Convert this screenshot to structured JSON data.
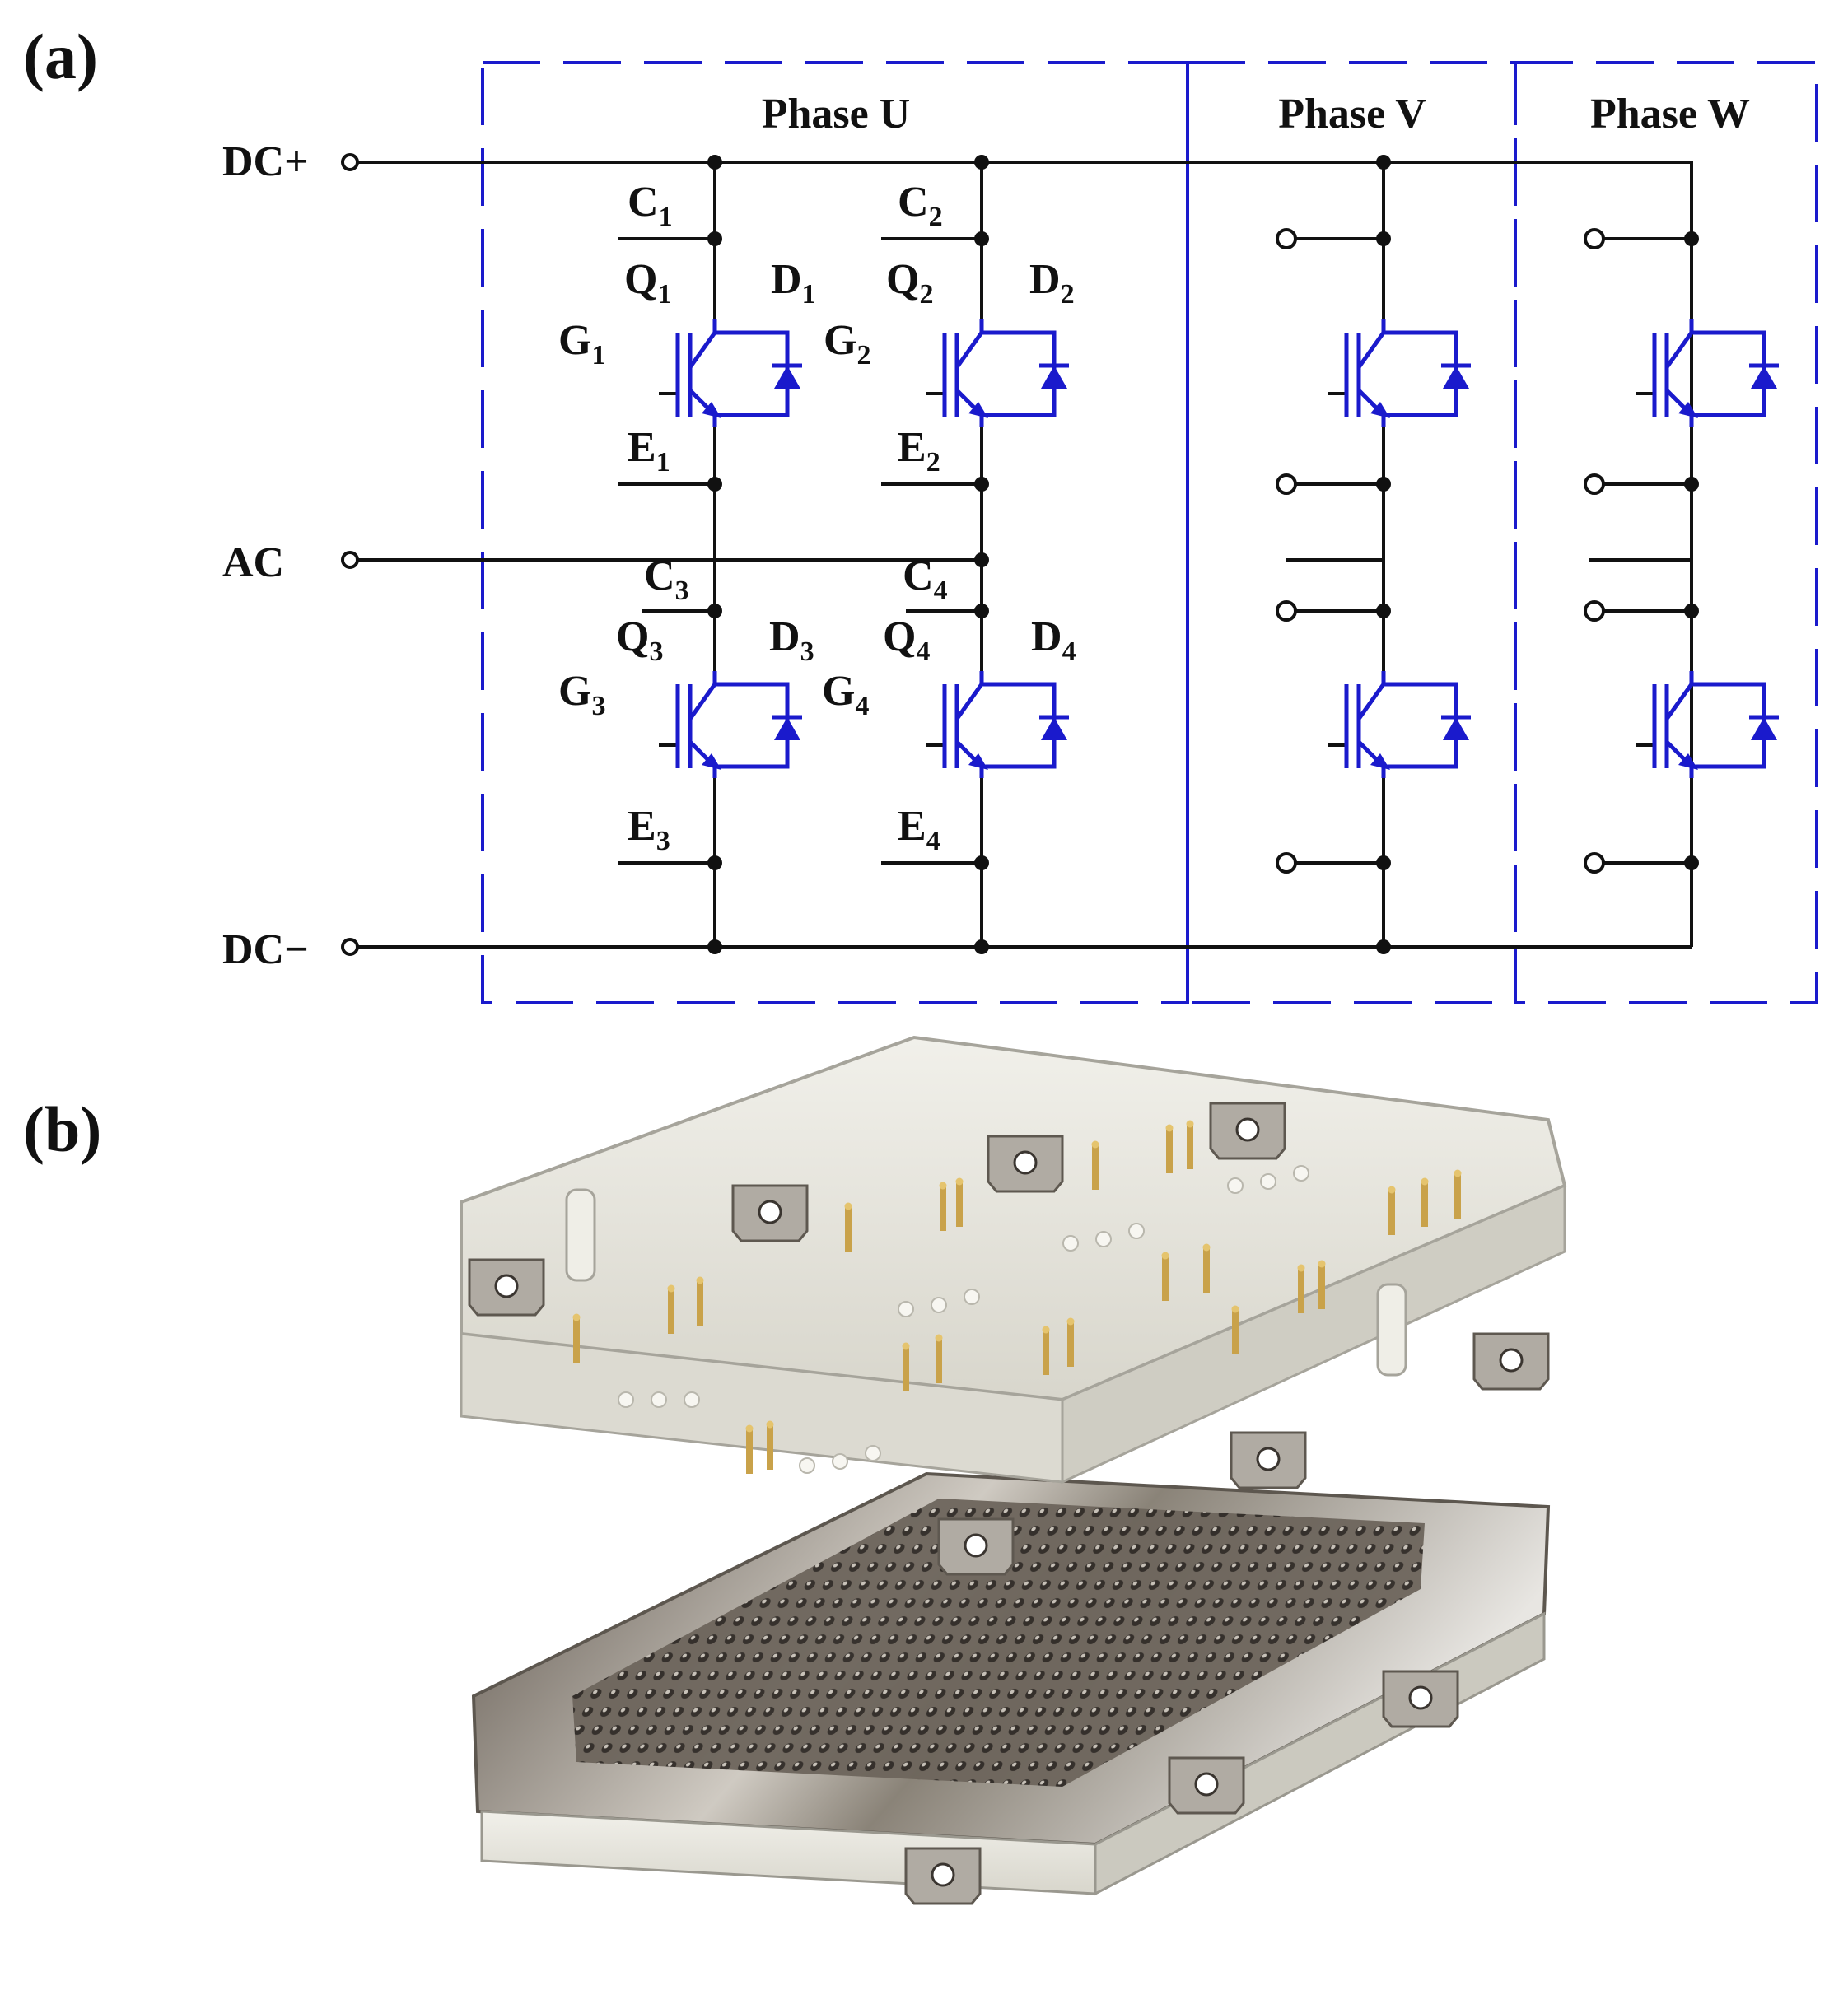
{
  "panel_a": {
    "tag": "(a)",
    "phases": [
      "Phase U",
      "Phase V",
      "Phase W"
    ],
    "terminals": {
      "dc_plus": "DC+",
      "ac": "AC",
      "dc_minus": "DC−"
    },
    "switches": [
      {
        "q": "Q",
        "q_sub": "1",
        "g": "G",
        "g_sub": "1",
        "c": "C",
        "c_sub": "1",
        "e": "E",
        "e_sub": "1",
        "d": "D",
        "d_sub": "1"
      },
      {
        "q": "Q",
        "q_sub": "2",
        "g": "G",
        "g_sub": "2",
        "c": "C",
        "c_sub": "2",
        "e": "E",
        "e_sub": "2",
        "d": "D",
        "d_sub": "2"
      },
      {
        "q": "Q",
        "q_sub": "3",
        "g": "G",
        "g_sub": "3",
        "c": "C",
        "c_sub": "3",
        "e": "E",
        "e_sub": "3",
        "d": "D",
        "d_sub": "3"
      },
      {
        "q": "Q",
        "q_sub": "4",
        "g": "G",
        "g_sub": "4",
        "c": "C",
        "c_sub": "4",
        "e": "E",
        "e_sub": "4",
        "d": "D",
        "d_sub": "4"
      }
    ],
    "colors": {
      "wire": "#111111",
      "device": "#1a1acc",
      "frame": "#1a1acc"
    }
  },
  "panel_b": {
    "tag": "(b)",
    "image": "igbt-power-module-with-pin-fin-baseplate-render"
  }
}
